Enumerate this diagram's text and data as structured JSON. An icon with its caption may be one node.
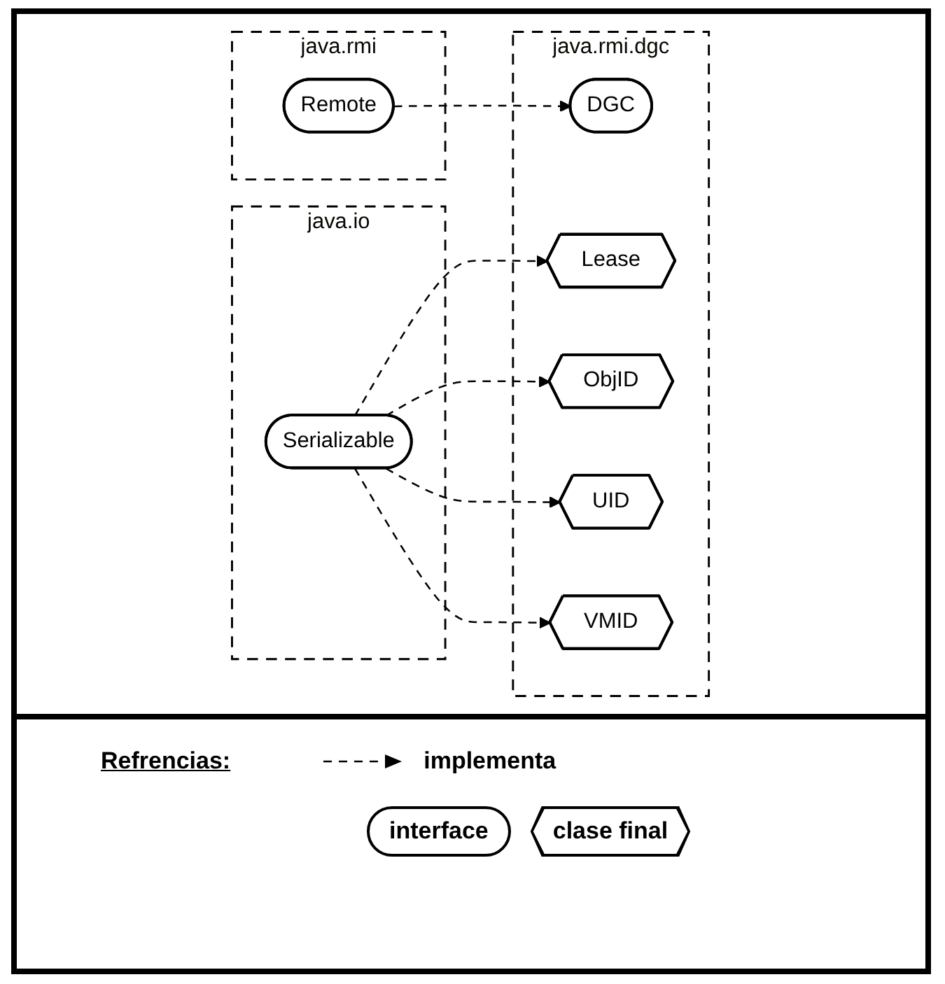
{
  "diagram": {
    "nodes": [
      {
        "text": [
          "java.rmi"
        ]
      },
      {
        "text": [
          "Remote"
        ],
        "in": 0
      },
      {
        "text": [
          "java.rmi.dgc"
        ]
      },
      {
        "text": [
          "DGC"
        ],
        "in": 2
      },
      {
        "text": [
          "Lease"
        ],
        "in": 2
      },
      {
        "text": [
          "ObjID"
        ],
        "in": 2
      },
      {
        "text": [
          "UID"
        ],
        "in": 2
      },
      {
        "text": [
          "VMID"
        ],
        "in": 2
      },
      {
        "text": [
          "java.io"
        ]
      },
      {
        "text": [
          "Serializable"
        ],
        "in": 8
      }
    ],
    "edges": [
      {
        "from": 1,
        "to": 3,
        "arrow": "to",
        "style": "dashed"
      },
      {
        "from": 9,
        "to": 4,
        "arrow": "to",
        "style": "dashed"
      },
      {
        "from": 9,
        "to": 5,
        "arrow": "to",
        "style": "dashed"
      },
      {
        "from": 9,
        "to": 6,
        "arrow": "to",
        "style": "dashed"
      },
      {
        "from": 9,
        "to": 7,
        "arrow": "to",
        "style": "dashed"
      }
    ],
    "labels": [
      "Refrencias:"
    ],
    "legend": [
      {
        "text": "implementa"
      },
      {
        "text": "interface"
      },
      {
        "text": "clase final"
      }
    ]
  }
}
